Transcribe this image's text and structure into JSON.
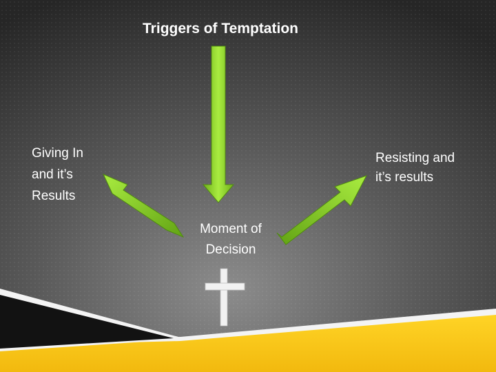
{
  "title": "Triggers of Temptation",
  "left_label": [
    "Giving In",
    "and it’s",
    "Results"
  ],
  "right_label": [
    "Resisting and",
    "it’s results"
  ],
  "center_label": [
    "Moment of",
    "Decision"
  ],
  "colors": {
    "background_center": "#8a8a8a",
    "background_edge": "#2a2a2a",
    "arrow_light": "#a6e83c",
    "arrow_dark": "#5f9e12",
    "yellow_band": "#f7c51a",
    "black_wedge": "#111111",
    "text": "#ffffff"
  },
  "icons": [
    "down-arrow",
    "up-left-arrow",
    "up-right-arrow",
    "cross"
  ]
}
